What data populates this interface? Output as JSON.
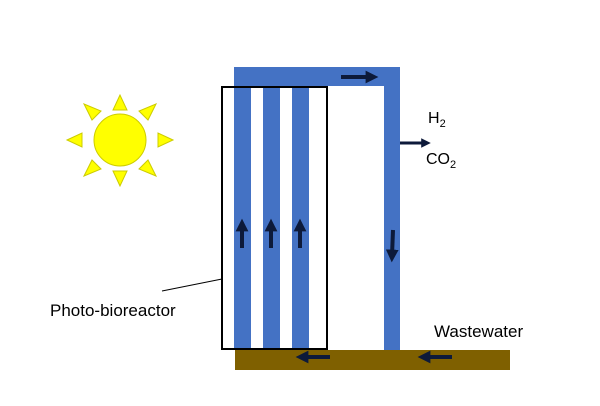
{
  "labels": {
    "photobioreactor": "Photo-bioreactor",
    "wastewater": "Wastewater",
    "h2_base": "H",
    "h2_sub": "2",
    "co2_base": "CO",
    "co2_sub": "2"
  },
  "colors": {
    "tube": "#4472c4",
    "arrow": "#0d1a3a",
    "tank": "#7f6000",
    "sun_fill": "#ffff00",
    "sun_ray": "#e6e600",
    "reactor_outline": "#000000"
  },
  "icons": {
    "sun": "sun-icon",
    "flow_arrow": "arrow-icon"
  }
}
